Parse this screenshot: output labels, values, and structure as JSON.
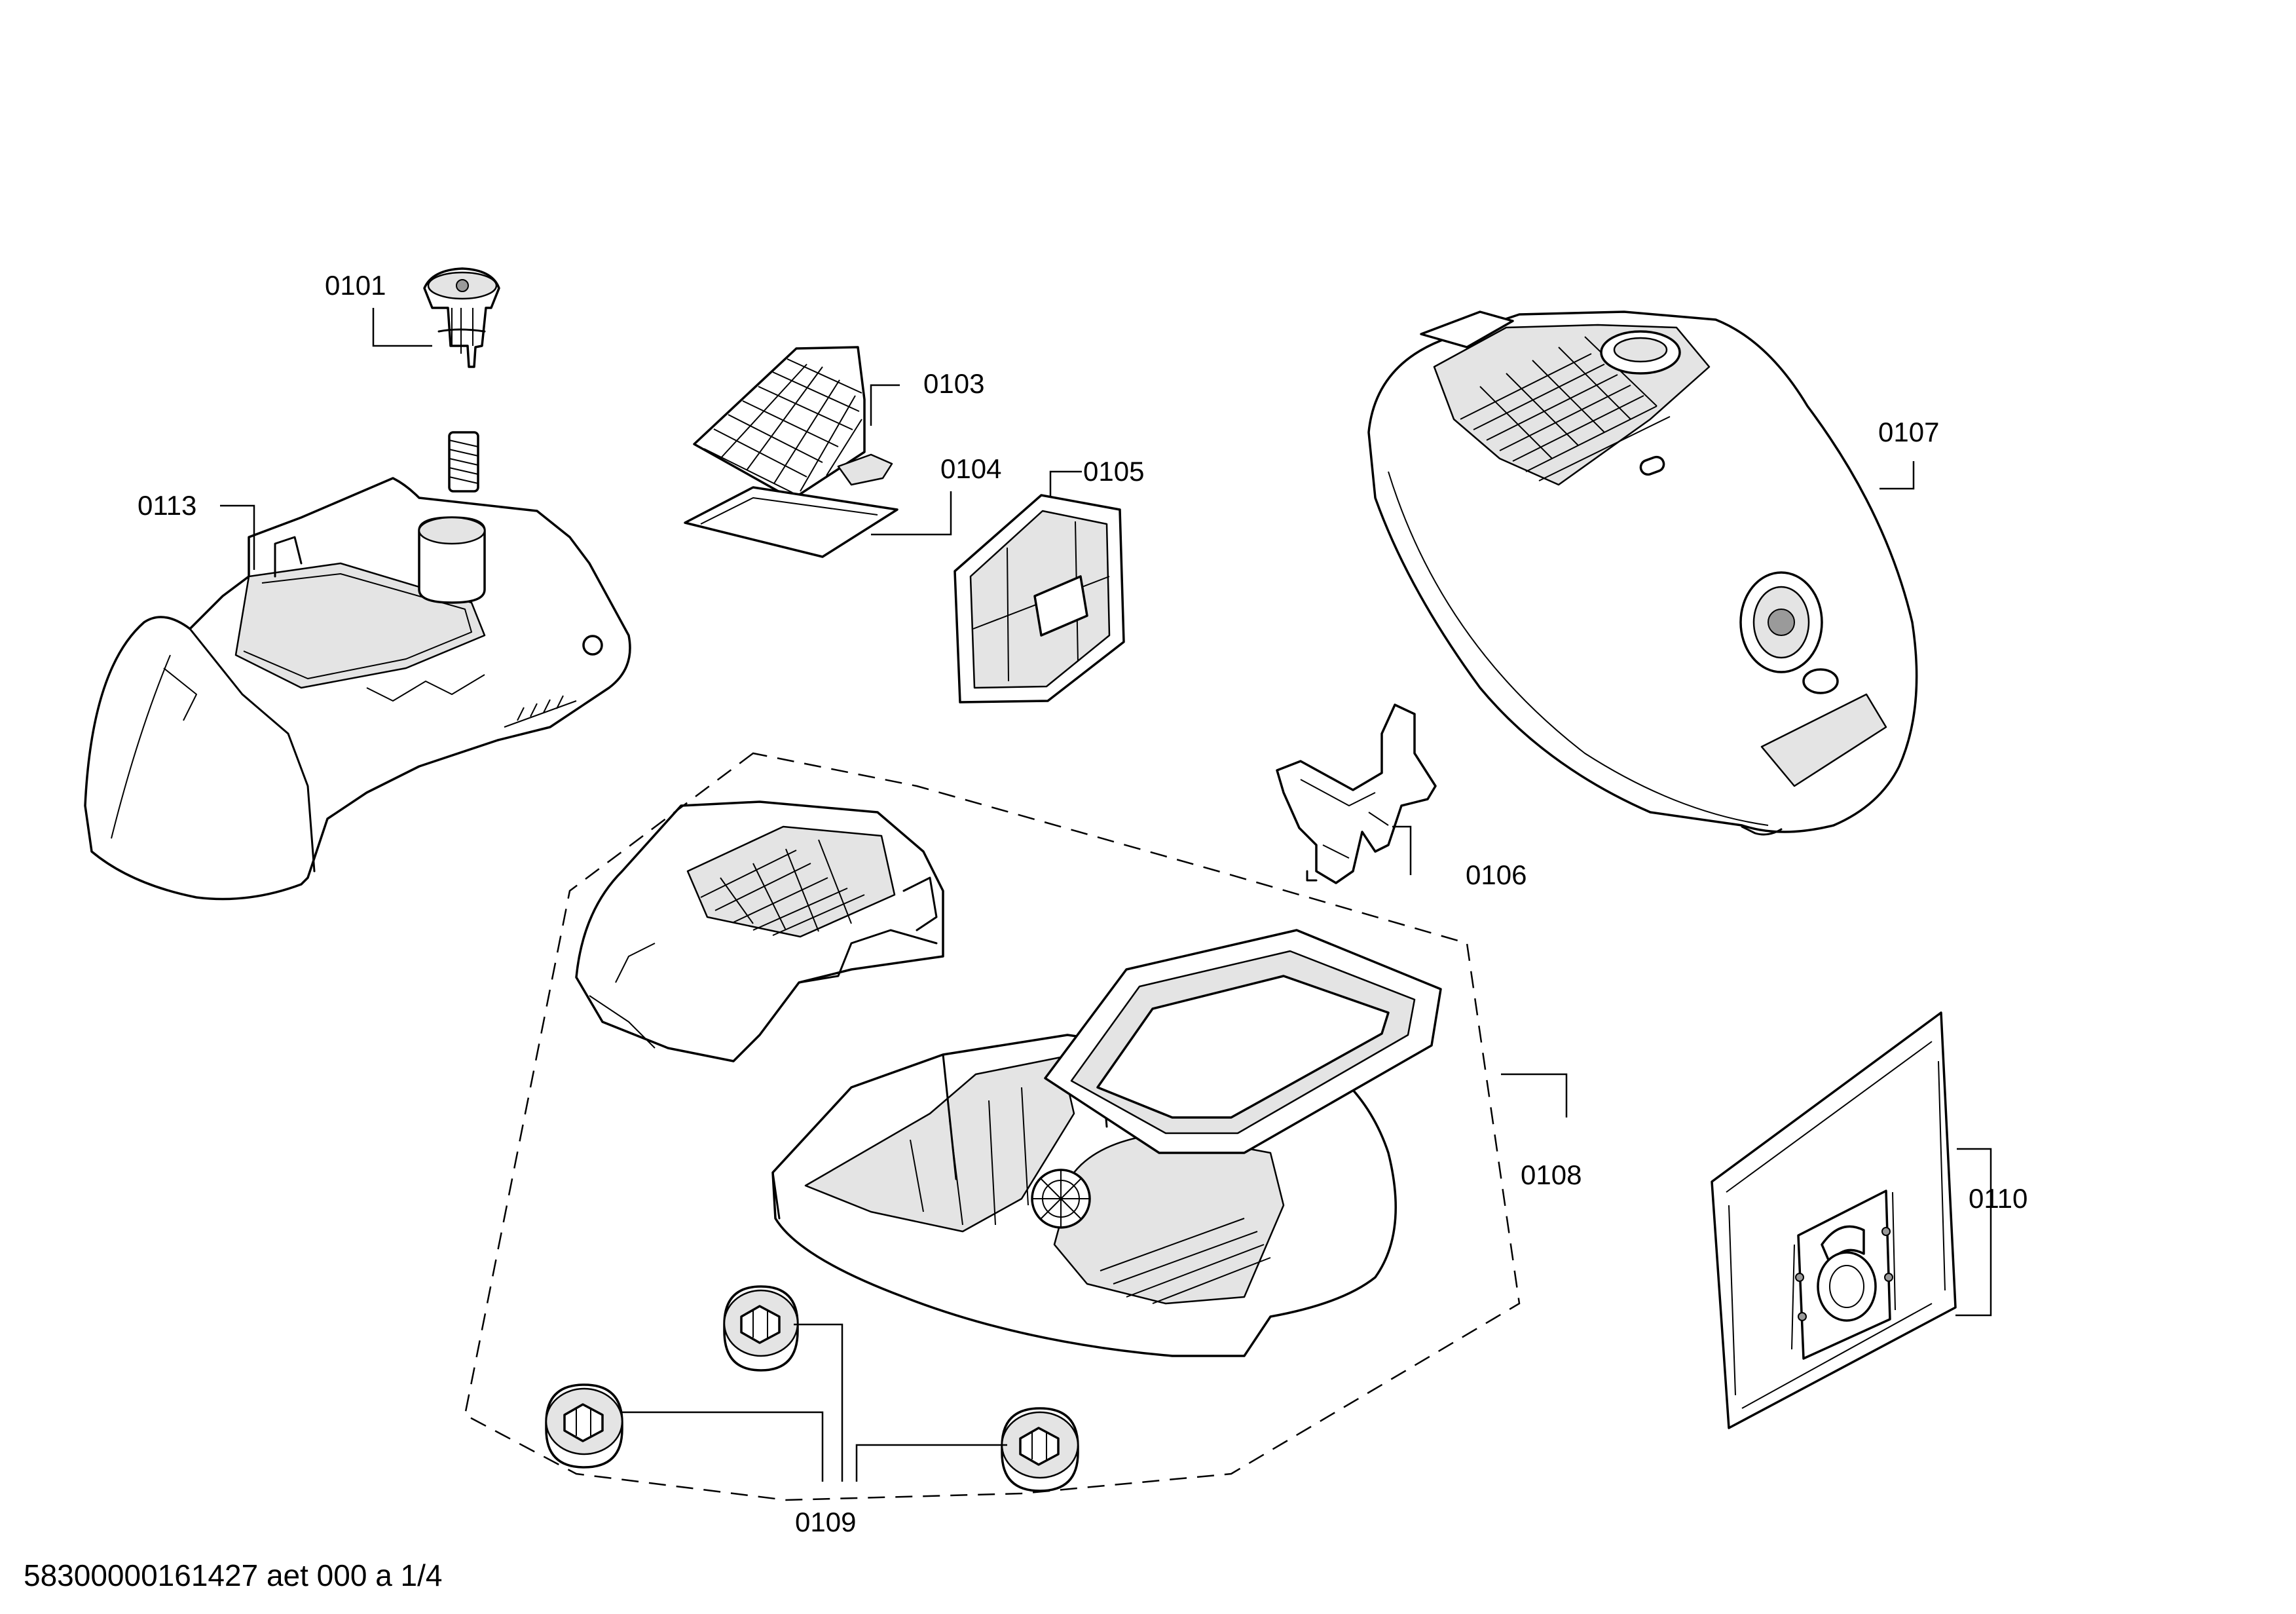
{
  "parts": [
    {
      "id": "0101",
      "name": "knob"
    },
    {
      "id": "0103",
      "name": "filter grid"
    },
    {
      "id": "0104",
      "name": "filter pad"
    },
    {
      "id": "0105",
      "name": "filter frame"
    },
    {
      "id": "0106",
      "name": "bag holder"
    },
    {
      "id": "0107",
      "name": "housing cover"
    },
    {
      "id": "0108",
      "name": "base assembly"
    },
    {
      "id": "0109",
      "name": "wheel"
    },
    {
      "id": "0110",
      "name": "dust bag"
    },
    {
      "id": "0113",
      "name": "rear housing"
    }
  ],
  "footer": "58300000161427 aet 000 a 1/4"
}
